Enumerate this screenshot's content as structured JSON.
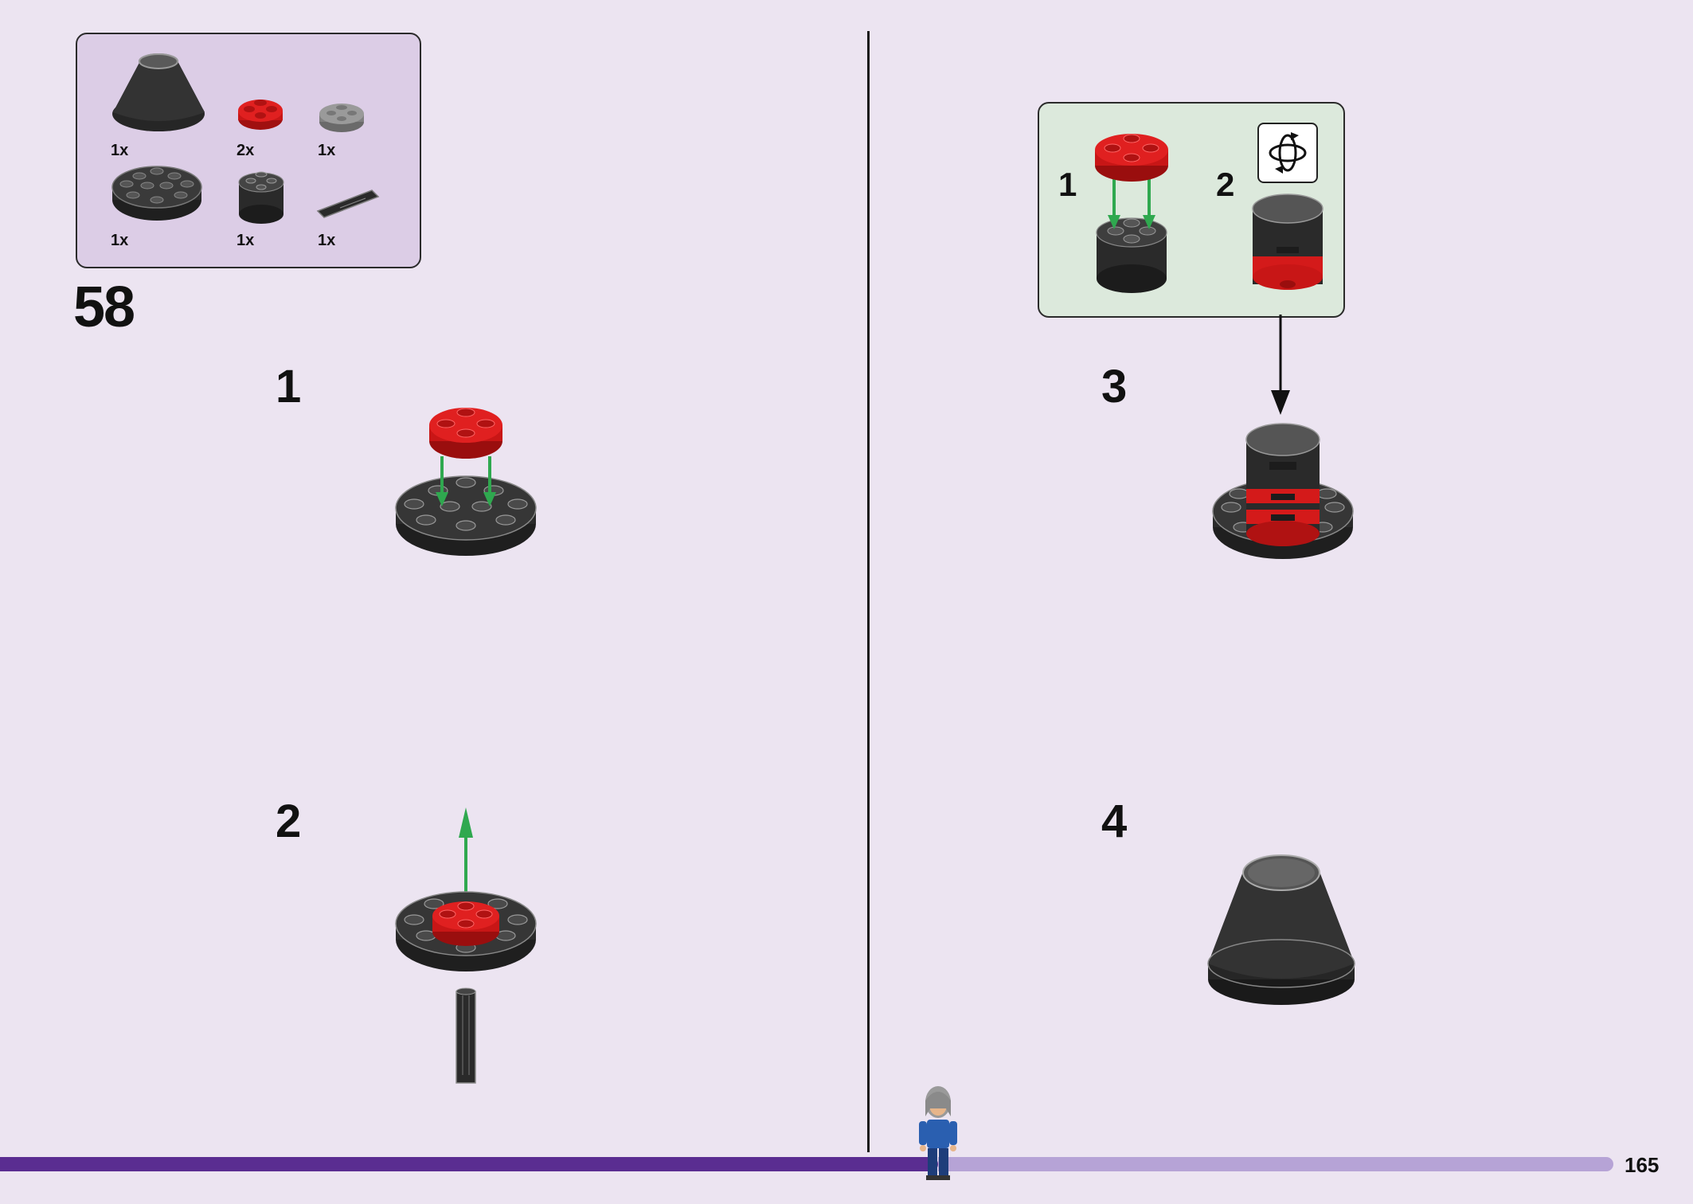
{
  "parts_list": {
    "items": [
      {
        "name": "cone",
        "qty": "1x"
      },
      {
        "name": "red round plate 2x2",
        "qty": "2x"
      },
      {
        "name": "grey round plate 2x2",
        "qty": "1x"
      },
      {
        "name": "black round plate 4x4",
        "qty": "1x"
      },
      {
        "name": "black round brick 2x2",
        "qty": "1x"
      },
      {
        "name": "black bar",
        "qty": "1x"
      }
    ]
  },
  "step": {
    "number": "58"
  },
  "substeps": [
    {
      "label": "1"
    },
    {
      "label": "2"
    },
    {
      "label": "3"
    },
    {
      "label": "4"
    }
  ],
  "callout": {
    "labels": [
      "1",
      "2"
    ],
    "rotate_icon": "rotate-icon"
  },
  "footer": {
    "page_number": "165"
  },
  "colors": {
    "background": "#ece4f1",
    "parts_box": "#dccde6",
    "callout_box": "#dce9dc",
    "brick_red": "#d41a1a",
    "brick_black": "#2e2e2e",
    "arrow_green": "#2fa84f",
    "bar_dark": "#5a2d91",
    "bar_light": "#b6a3d6"
  }
}
